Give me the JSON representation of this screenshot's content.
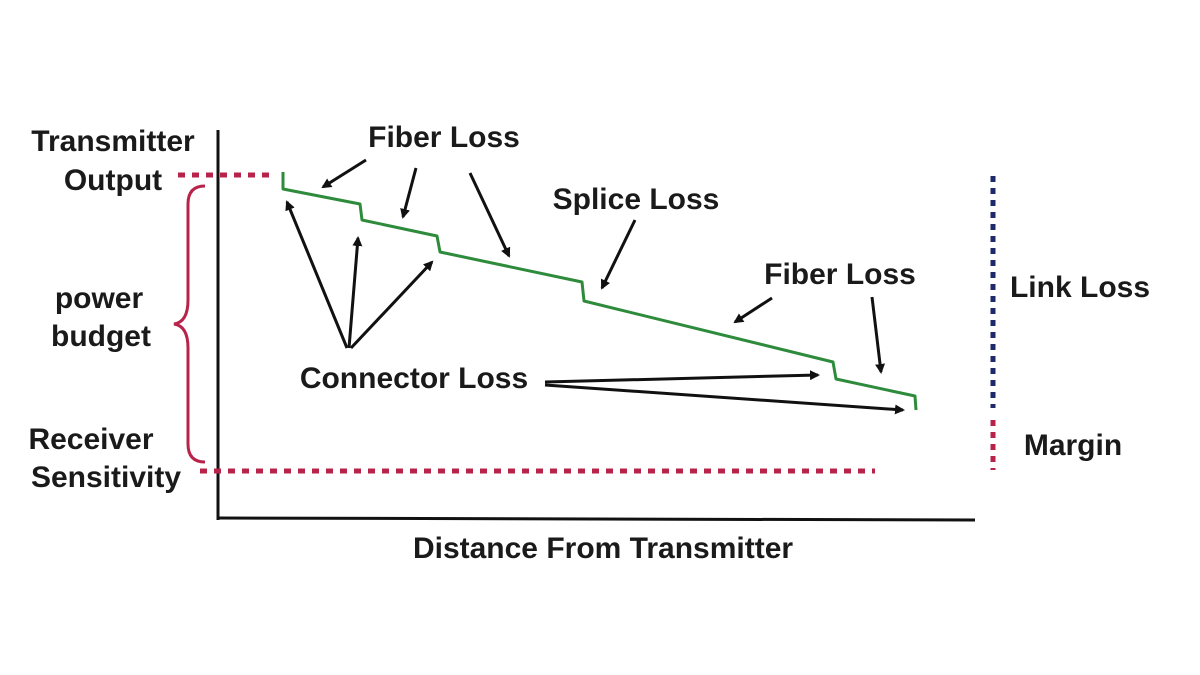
{
  "labels": {
    "transmitter_output_1": "Transmitter",
    "transmitter_output_2": "Output",
    "power_budget_1": "power",
    "power_budget_2": "budget",
    "receiver_sensitivity_1": "Receiver",
    "receiver_sensitivity_2": "Sensitivity",
    "fiber_loss_top": "Fiber Loss",
    "splice_loss": "Splice Loss",
    "fiber_loss_right": "Fiber Loss",
    "connector_loss": "Connector Loss",
    "link_loss": "Link Loss",
    "margin": "Margin",
    "x_axis": "Distance From Transmitter"
  },
  "colors": {
    "loss_line": "#2e8b3c",
    "reference_dotted": "#b8234a",
    "link_loss_dotted": "#1f2a6b",
    "axis": "#111111",
    "brace": "#b8234a",
    "arrow": "#111111"
  }
}
